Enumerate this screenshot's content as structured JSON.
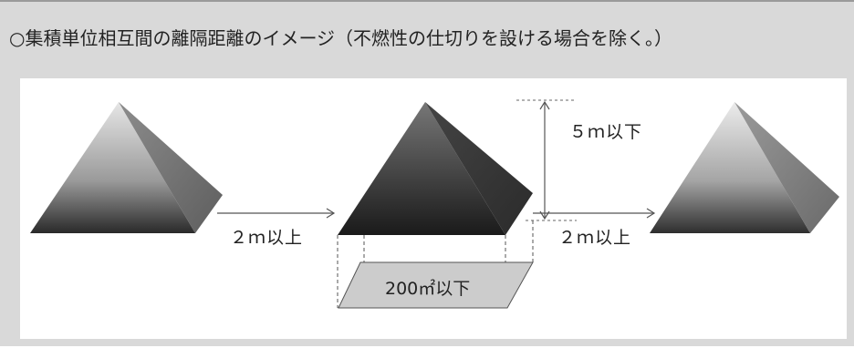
{
  "title": "○集積単位相互間の離隔距離のイメージ（不燃性の仕切りを設ける場合を除く。）",
  "labels": {
    "distance_left": "２ｍ以上",
    "distance_right": "２ｍ以上",
    "height": "５ｍ以下",
    "area": "200㎡以下"
  },
  "colors": {
    "background": "#d9d9d9",
    "panel": "#ffffff",
    "arrow": "#555555",
    "area_fill": "#cccccc"
  }
}
